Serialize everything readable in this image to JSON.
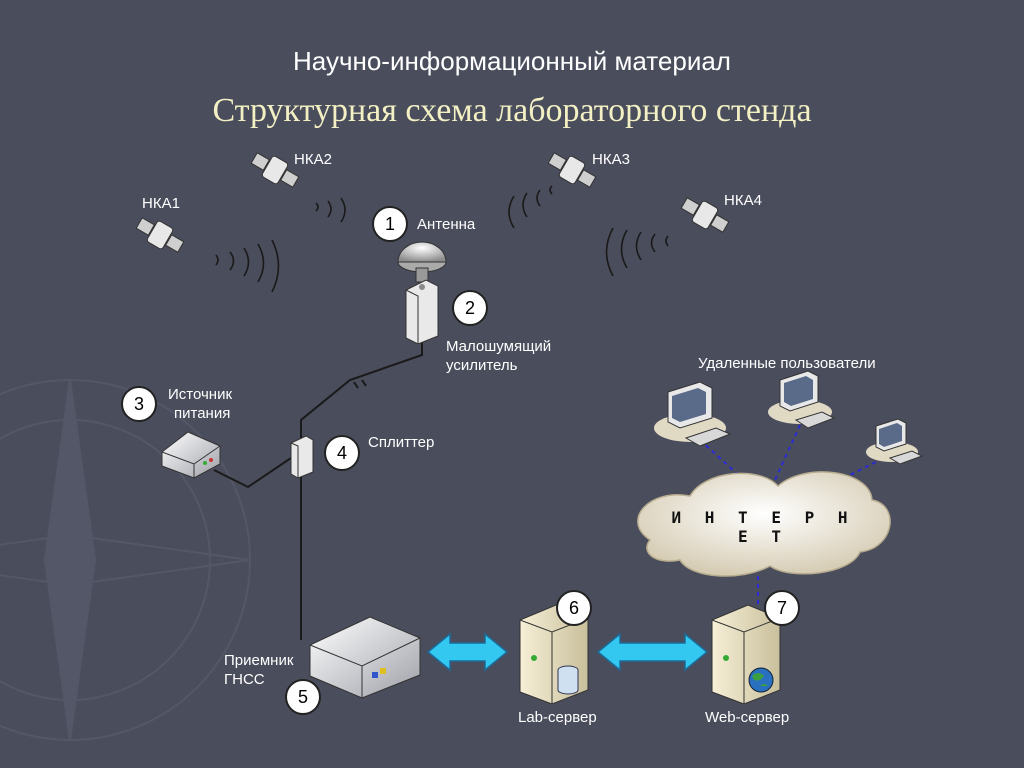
{
  "header": {
    "subtitle": "Научно-информационный материал",
    "title": "Структурная схема лабораторного стенда"
  },
  "satellites": [
    {
      "label": "НКА1"
    },
    {
      "label": "НКА2"
    },
    {
      "label": "НКА3"
    },
    {
      "label": "НКА4"
    }
  ],
  "components": [
    {
      "number": "1",
      "label": "Антенна"
    },
    {
      "number": "2",
      "label_line1": "Малошумящий",
      "label_line2": "усилитель"
    },
    {
      "number": "3",
      "label_line1": "Источник",
      "label_line2": "питания"
    },
    {
      "number": "4",
      "label": "Сплиттер"
    },
    {
      "number": "5",
      "label_line1": "Приемник",
      "label_line2": "ГНСС"
    },
    {
      "number": "6",
      "label": "Lab-сервер"
    },
    {
      "number": "7",
      "label": "Web-сервер"
    }
  ],
  "network": {
    "remote_users_label": "Удаленные пользователи",
    "cloud_label": "И Н Т Е Р Н Е Т"
  },
  "colors": {
    "background": "#4a4d5c",
    "title": "#f3f0c4",
    "arrow": "#33c8f0",
    "link": "#1a1a1a",
    "dashed_link": "#2b2bd6"
  }
}
